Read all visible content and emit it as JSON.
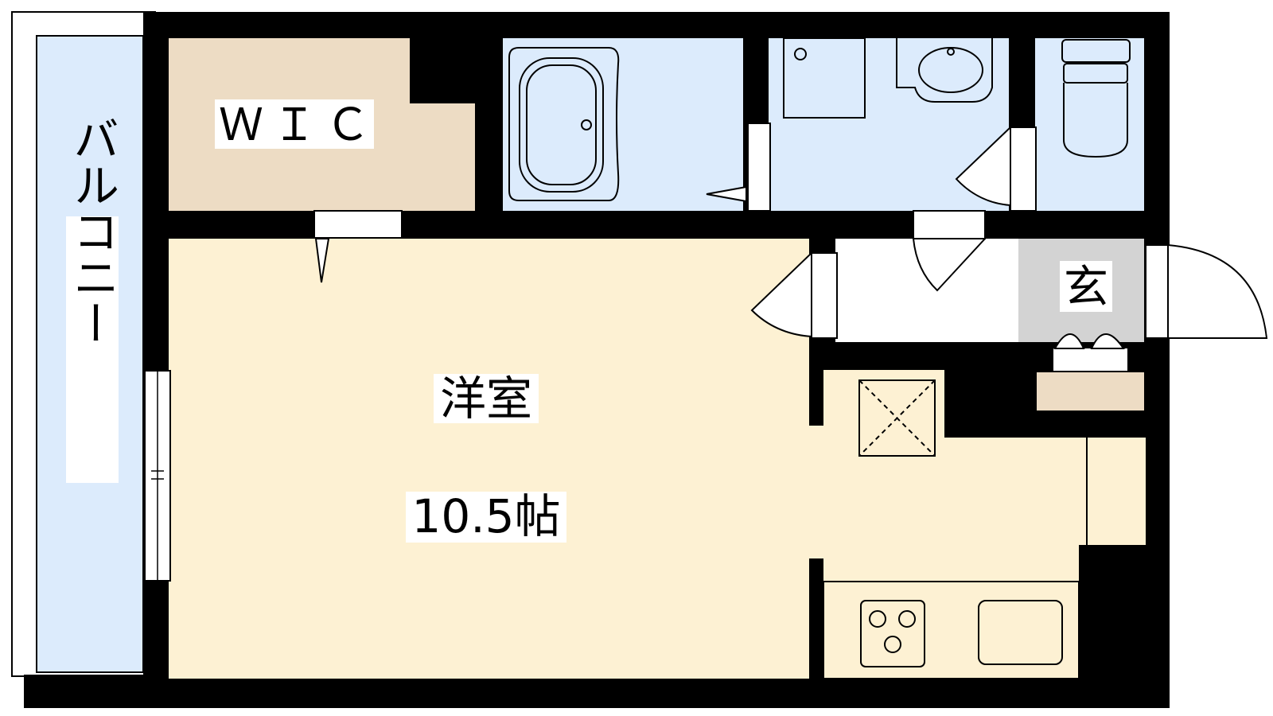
{
  "rooms": {
    "wic": "ＷＩＣ",
    "balcony": "バルコニー",
    "western_room": "洋室",
    "western_room_size": "10.5帖",
    "entrance": "玄"
  },
  "colors": {
    "wall": "#000000",
    "wic_fill": "#eddcc4",
    "wet_area_fill": "#dcebfc",
    "room_fill": "#fdf1d3",
    "entrance_fill": "#d3d3d3",
    "balcony_fill": "#dcebfc",
    "shoe_box_fill": "#eddcc4"
  }
}
